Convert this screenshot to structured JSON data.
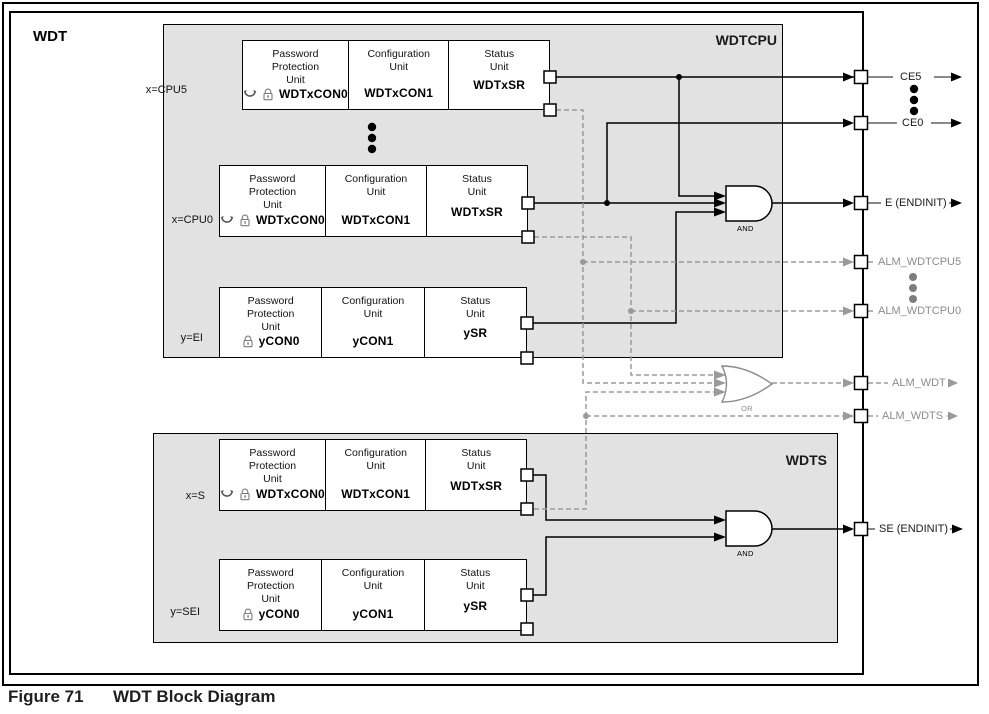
{
  "diagram": {
    "title": "WDT",
    "wdtcpu_label": "WDTCPU",
    "wdts_label": "WDTS"
  },
  "rows": [
    {
      "label": "x=CPU5",
      "ppu_title": "Password\nProtection\nUnit",
      "ppu_reg": "WDTxCON0",
      "cfg_title": "Configuration\nUnit",
      "cfg_reg": "WDTxCON1",
      "st_title": "Status\nUnit",
      "st_reg": "WDTxSR",
      "icons": [
        "unlock",
        "lock"
      ]
    },
    {
      "label": "x=CPU0",
      "ppu_title": "Password\nProtection\nUnit",
      "ppu_reg": "WDTxCON0",
      "cfg_title": "Configuration\nUnit",
      "cfg_reg": "WDTxCON1",
      "st_title": "Status\nUnit",
      "st_reg": "WDTxSR",
      "icons": [
        "unlock",
        "lock"
      ]
    },
    {
      "label": "y=EI",
      "ppu_title": "Password\nProtection\nUnit",
      "ppu_reg": "yCON0",
      "cfg_title": "Configuration\nUnit",
      "cfg_reg": "yCON1",
      "st_title": "Status\nUnit",
      "st_reg": "ySR",
      "icons": [
        "lock"
      ]
    },
    {
      "label": "x=S",
      "ppu_title": "Password\nProtection\nUnit",
      "ppu_reg": "WDTxCON0",
      "cfg_title": "Configuration\nUnit",
      "cfg_reg": "WDTxCON1",
      "st_title": "Status\nUnit",
      "st_reg": "WDTxSR",
      "icons": [
        "unlock",
        "lock"
      ]
    },
    {
      "label": "y=SEI",
      "ppu_title": "Password\nProtection\nUnit",
      "ppu_reg": "yCON0",
      "cfg_title": "Configuration\nUnit",
      "cfg_reg": "yCON1",
      "st_title": "Status\nUnit",
      "st_reg": "ySR",
      "icons": [
        "lock"
      ]
    }
  ],
  "gates": {
    "and_cpu": "AND",
    "and_s": "AND",
    "or": "OR"
  },
  "outputs": [
    {
      "label": "CE5",
      "color": "black"
    },
    {
      "label": "CE0",
      "color": "black"
    },
    {
      "label": "E (ENDINIT)",
      "color": "black"
    },
    {
      "label": "ALM_WDTCPU5",
      "color": "gray"
    },
    {
      "label": "ALM_WDTCPU0",
      "color": "gray"
    },
    {
      "label": "ALM_WDT",
      "color": "gray"
    },
    {
      "label": "ALM_WDTS",
      "color": "gray"
    },
    {
      "label": "SE (ENDINIT)",
      "color": "black"
    }
  ],
  "caption": {
    "figure": "Figure 71",
    "title": "WDT Block Diagram"
  },
  "colors": {
    "module_fill": "#e2e2e2",
    "dashed_wire": "#9a9a9a",
    "alarm_text": "#8c8c8c",
    "solid_wire": "#000000"
  }
}
